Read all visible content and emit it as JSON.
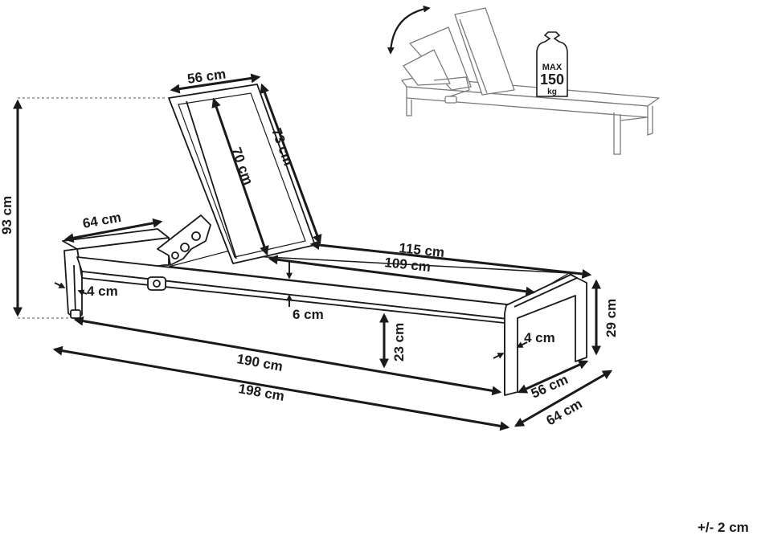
{
  "dimensions": {
    "backrest_width": "56 cm",
    "backrest_outer_length": "73 cm",
    "backrest_inner_length": "70 cm",
    "total_height": "93 cm",
    "footrest_width": "64 cm",
    "frame_thickness_left": "4 cm",
    "seat_outer_length": "115 cm",
    "seat_inner_length": "109 cm",
    "seat_gap": "6 cm",
    "seat_height": "23 cm",
    "leg_height": "29 cm",
    "frame_thickness_right": "4 cm",
    "inner_length": "190 cm",
    "total_length": "198 cm",
    "inner_width": "56 cm",
    "total_width": "64 cm"
  },
  "weight_tag": {
    "line1": "MAX",
    "line2": "150",
    "line3": "kg"
  },
  "tolerance": "+/- 2 cm"
}
